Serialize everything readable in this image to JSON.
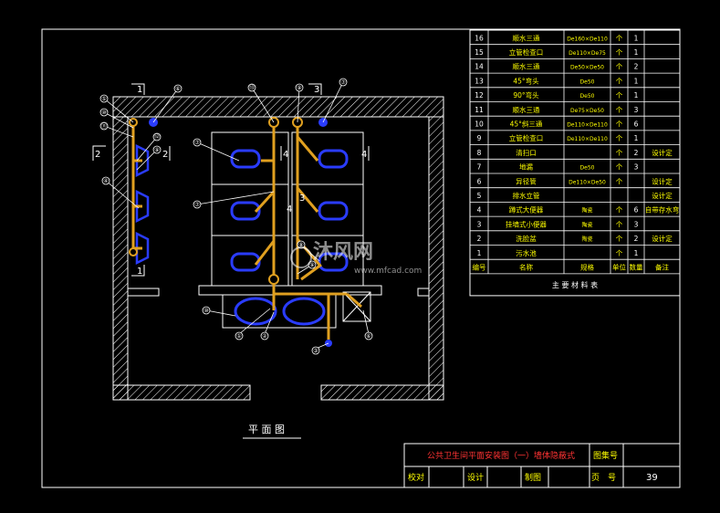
{
  "drawing": {
    "plan_title": "平 面 图",
    "section_marks": [
      "1",
      "1",
      "2",
      "2",
      "3",
      "3",
      "4",
      "4",
      "4"
    ],
    "watermark_brand": "沐风网",
    "watermark_url": "www.mfcad.com",
    "callouts": [
      "⑤",
      "⑩",
      "⑪",
      "⑥",
      "⑫",
      "⑨",
      "④",
      "⑬",
      "⑨",
      "⑦",
      "⑦",
      "⑦",
      "⑧",
      "⑨",
      "⑩",
      "①",
      "②",
      "③",
      "⑥"
    ]
  },
  "materials_table": {
    "caption": "主 要 材 料 表",
    "header": [
      "编号",
      "名称",
      "规格",
      "单位",
      "数量",
      "备注"
    ],
    "rows": [
      [
        "16",
        "顺水三通",
        "De160×De110",
        "个",
        "1",
        ""
      ],
      [
        "15",
        "立管检查口",
        "De110×De75",
        "个",
        "1",
        ""
      ],
      [
        "14",
        "顺水三通",
        "De50×De50",
        "个",
        "2",
        ""
      ],
      [
        "13",
        "45°弯头",
        "De50",
        "个",
        "1",
        ""
      ],
      [
        "12",
        "90°弯头",
        "De50",
        "个",
        "1",
        ""
      ],
      [
        "11",
        "顺水三通",
        "De75×De50",
        "个",
        "3",
        ""
      ],
      [
        "10",
        "45°斜三通",
        "De110×De110",
        "个",
        "6",
        ""
      ],
      [
        "9",
        "立管检查口",
        "De110×De110",
        "个",
        "1",
        ""
      ],
      [
        "8",
        "清扫口",
        "",
        "个",
        "2",
        "设计定"
      ],
      [
        "7",
        "地漏",
        "De50",
        "个",
        "3",
        ""
      ],
      [
        "6",
        "异径管",
        "De110×De50",
        "个",
        "",
        "设计定"
      ],
      [
        "5",
        "排水立管",
        "",
        "",
        "",
        "设计定"
      ],
      [
        "4",
        "蹲式大便器",
        "陶瓷",
        "个",
        "6",
        "自带存水弯"
      ],
      [
        "3",
        "挂墙式小便器",
        "陶瓷",
        "个",
        "3",
        ""
      ],
      [
        "2",
        "洗脸盆",
        "陶瓷",
        "个",
        "2",
        "设计定"
      ],
      [
        "1",
        "污水池",
        "",
        "个",
        "1",
        ""
      ]
    ]
  },
  "title_block": {
    "drawing_name": "公共卫生间平面安装图（一）墙体隐蔽式",
    "atlas_no_label": "图集号",
    "atlas_no_value": "",
    "review_label": "校对",
    "design_label": "设计",
    "draw_label": "制图",
    "page_label": "页　号",
    "page_value": "39"
  },
  "colors": {
    "background": "#000000",
    "frame": "#ffffff",
    "pipe": "#e0a020",
    "fixture": "#2a3cff",
    "text_accent": "#ff3333",
    "title_text": "#ffff00",
    "hatch": "#ffffff"
  }
}
